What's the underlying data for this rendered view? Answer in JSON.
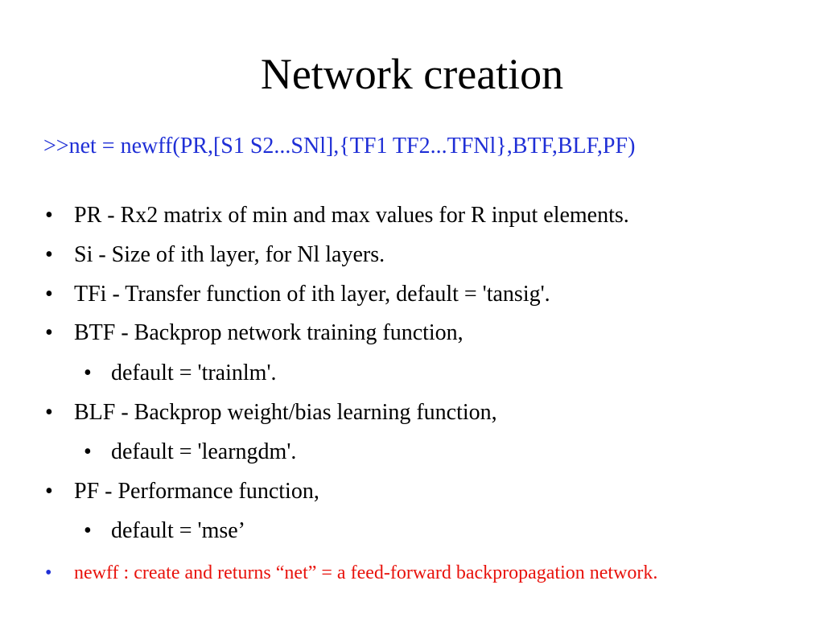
{
  "slide": {
    "title": "Network creation",
    "command": ">>net = newff(PR,[S1 S2...SNl],{TF1 TF2...TFNl},BTF,BLF,PF)",
    "bullet_glyph": "•",
    "items": [
      {
        "level": 1,
        "text": "PR  - Rx2 matrix of min and max values for R input elements."
      },
      {
        "level": 1,
        "text": "Si  - Size of ith layer, for Nl layers."
      },
      {
        "level": 1,
        "text": "TFi - Transfer function of ith layer, default = 'tansig'."
      },
      {
        "level": 1,
        "text": "BTF - Backprop network training function,"
      },
      {
        "level": 2,
        "text": "default = 'trainlm'."
      },
      {
        "level": 1,
        "text": "BLF - Backprop weight/bias learning function,"
      },
      {
        "level": 2,
        "text": "default = 'learngdm'."
      },
      {
        "level": 1,
        "text": "PF  - Performance function,"
      },
      {
        "level": 2,
        "text": "default = 'mse’"
      }
    ],
    "note": "newff : create and returns “net” = a feed-forward backpropagation network.",
    "colors": {
      "command": "#1f2fd6",
      "note": "#e8120c",
      "note_bullet": "#1f2fd6",
      "text": "#000000",
      "background": "#ffffff"
    }
  }
}
